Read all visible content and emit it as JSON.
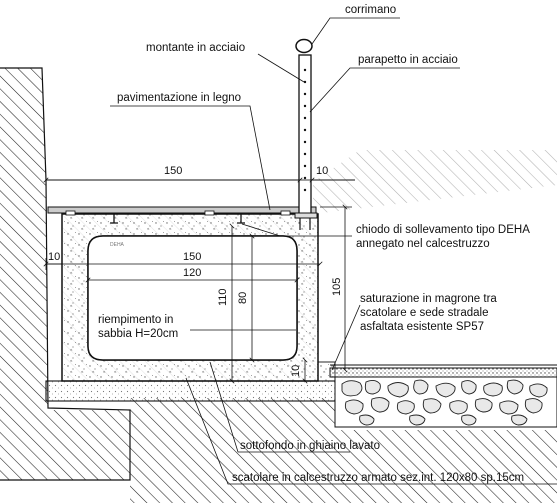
{
  "labels": {
    "handrail": "corrimano",
    "steel_post": "montante in acciaio",
    "steel_parapet": "parapetto in acciaio",
    "wood_paving": "pavimentazione in legno",
    "lifting_anchor": [
      "chiodo di sollevamento tipo DEHA",
      "annegato nel calcestruzzo"
    ],
    "fill": [
      "riempimento in",
      "sabbia H=20cm"
    ],
    "lean_concrete": [
      "saturazione in magrone tra",
      "scatolare e sede stradale",
      "asfaltata esistente SP57"
    ],
    "subbase": "sottofondo in ghiaino lavato",
    "box_culvert": "scatolare in calcestruzzo armato sez.int. 120x80 sp.15cm"
  },
  "dimensions": {
    "top_width": "150",
    "post_offset": "10",
    "outer_width": "150",
    "inner_width": "120",
    "side_wall": "10",
    "outer_height": "110",
    "inner_height": "80",
    "total_height": "105",
    "bottom_slab": "10"
  },
  "stamp": "DEHA"
}
